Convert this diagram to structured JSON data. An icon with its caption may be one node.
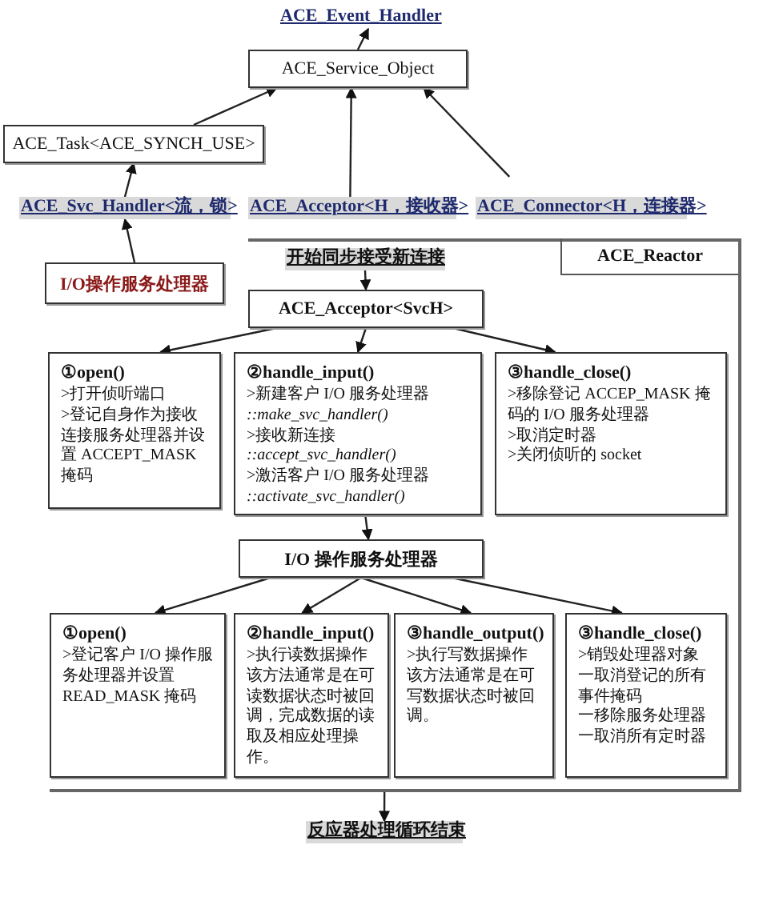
{
  "diagram": {
    "nodes": [
      {
        "text": [
          "ACE_Event_Handler"
        ]
      },
      {
        "text": [
          "ACE_Service_Object"
        ]
      },
      {
        "text": [
          "ACE_Task<ACE_SYNCH_USE>"
        ]
      },
      {
        "text": [
          "ACE_Svc_Handler<流，锁>"
        ]
      },
      {
        "text": [
          "ACE_Acceptor<H，接收器>"
        ]
      },
      {
        "text": [
          "ACE_Connector<H，连接器>"
        ]
      },
      {
        "text": [
          "ACE_Reactor"
        ]
      },
      {
        "text": [
          "I/O操作服务处理器"
        ],
        "in": 6
      },
      {
        "text": [
          "开始同步接受新连接"
        ],
        "in": 6
      },
      {
        "text": [
          "ACE_Acceptor<SvcH>"
        ],
        "in": 6
      },
      {
        "text": [
          "①open()",
          ">打开侦听端口",
          ">登记自身作为接收连接服务处理器并设置 ACCEPT_MASK 掩码"
        ],
        "in": 6
      },
      {
        "text": [
          "②handle_input()",
          ">新建客户 I/O 服务处理器 *::make_svc_handler()*",
          ">接收新连接 *::accept_svc_handler()*",
          ">激活客户 I/O 服务处理器 *::activate_svc_handler()*"
        ],
        "in": 6
      },
      {
        "text": [
          "③handle_close()",
          ">移除登记 ACCEP_MASK 掩码的 I/O 服务处理器",
          ">取消定时器",
          ">关闭侦听的 socket"
        ],
        "in": 6
      },
      {
        "text": [
          "I/O 操作服务处理器"
        ],
        "in": 6
      },
      {
        "text": [
          "①open()",
          ">登记客户 I/O 操作服务处理器并设置 READ_MASK 掩码"
        ],
        "in": 6
      },
      {
        "text": [
          "②handle_input()",
          ">执行读数据操作",
          "该方法通常是在可读数据状态时被回调，完成数据的读取及相应处理操作。"
        ],
        "in": 6
      },
      {
        "text": [
          "③handle_output()",
          ">执行写数据操作",
          "该方法通常是在可写数据状态时被回调。"
        ],
        "in": 6
      },
      {
        "text": [
          "③handle_close()",
          ">销毁处理器对象",
          "一取消登记的所有事件掩码",
          "一移除服务处理器",
          "一取消所有定时器"
        ],
        "in": 6
      },
      {
        "text": [
          "反应器处理循环结束"
        ]
      }
    ],
    "edges": [
      {
        "from": 1,
        "to": 0,
        "arrow": "to"
      },
      {
        "from": 2,
        "to": 1,
        "arrow": "to"
      },
      {
        "from": 4,
        "to": 1,
        "arrow": "to"
      },
      {
        "from": 5,
        "to": 1,
        "arrow": "to"
      },
      {
        "from": 3,
        "to": 2,
        "arrow": "to"
      },
      {
        "from": 7,
        "to": 3,
        "arrow": "to"
      },
      {
        "from": 8,
        "to": 9,
        "arrow": "to"
      },
      {
        "from": 9,
        "to": 10,
        "arrow": "to"
      },
      {
        "from": 9,
        "to": 11,
        "arrow": "to"
      },
      {
        "from": 9,
        "to": 12,
        "arrow": "to"
      },
      {
        "from": 11,
        "to": 13,
        "arrow": "to"
      },
      {
        "from": 13,
        "to": 14,
        "arrow": "to"
      },
      {
        "from": 13,
        "to": 15,
        "arrow": "to"
      },
      {
        "from": 13,
        "to": 16,
        "arrow": "to"
      },
      {
        "from": 13,
        "to": 17,
        "arrow": "to"
      },
      {
        "from": 6,
        "to": 18,
        "arrow": "to"
      }
    ]
  }
}
